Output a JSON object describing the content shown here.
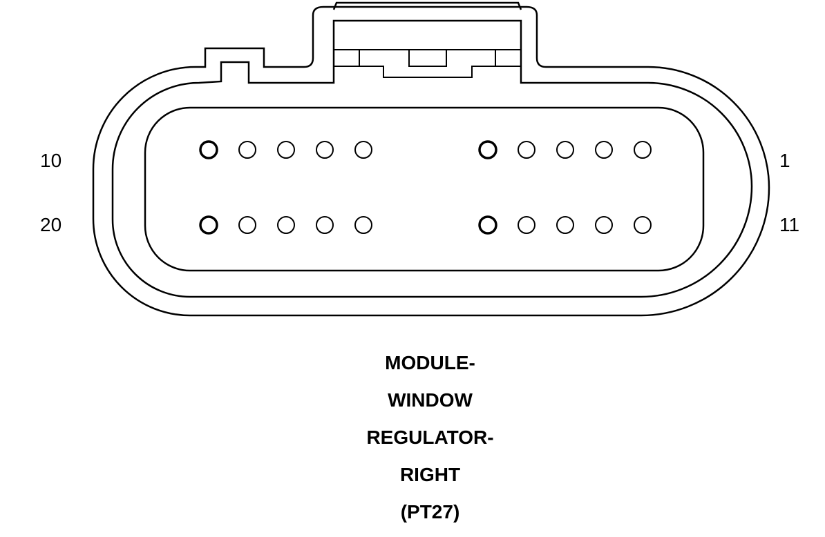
{
  "pin_labels": {
    "top_left": "10",
    "bottom_left": "20",
    "top_right": "1",
    "bottom_right": "11"
  },
  "caption_lines": [
    "MODULE-",
    "WINDOW",
    "REGULATOR-",
    "RIGHT",
    "(PT27)"
  ],
  "connector": {
    "rows": 2,
    "groups": 2,
    "pins_per_group": 5,
    "stroke_color": "#000000",
    "background": "#ffffff"
  }
}
